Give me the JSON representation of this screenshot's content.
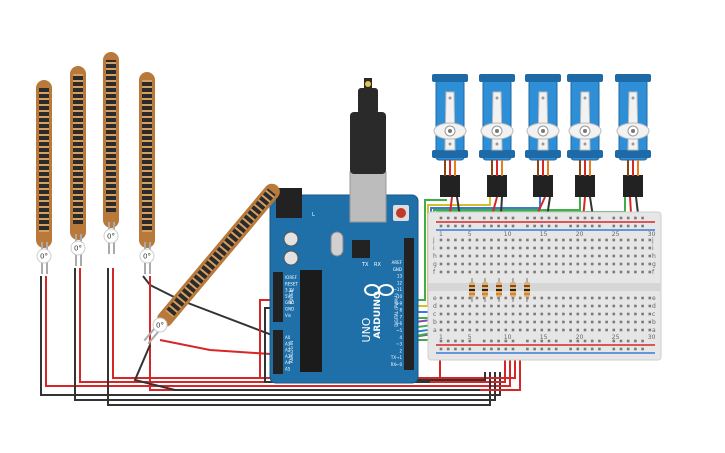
{
  "flex_sensors": [
    {
      "id": "flex-1",
      "reading": "0°"
    },
    {
      "id": "flex-2",
      "reading": "0°"
    },
    {
      "id": "flex-3",
      "reading": "0°"
    },
    {
      "id": "flex-4",
      "reading": "0°"
    },
    {
      "id": "flex-5",
      "reading": "0°"
    }
  ],
  "servos": [
    {
      "id": "servo-1"
    },
    {
      "id": "servo-2"
    },
    {
      "id": "servo-3"
    },
    {
      "id": "servo-4"
    },
    {
      "id": "servo-5"
    }
  ],
  "arduino": {
    "logo": "ARDUINO",
    "model": "UNO",
    "digital_header": "DIGITAL (PWM~)",
    "power_header": "POWER",
    "analog_header": "ANALOG IN",
    "power_pins": [
      "IOREF",
      "RESET",
      "3.3V",
      "5V",
      "GND",
      "GND",
      "Vin"
    ],
    "analog_pins": [
      "A0",
      "A1",
      "A2",
      "A3",
      "A4",
      "A5"
    ],
    "digital_pins": [
      "AREF",
      "GND",
      "13",
      "12",
      "~11",
      "~10",
      "~9",
      "8",
      "7",
      "~6",
      "~5",
      "4",
      "~3",
      "2",
      "TX→1",
      "RX←0"
    ],
    "tx_label": "TX",
    "rx_label": "RX",
    "l_label": "L"
  },
  "breadboard": {
    "row_letters_top": [
      "j",
      "i",
      "h",
      "g",
      "f"
    ],
    "row_letters_bottom": [
      "e",
      "d",
      "c",
      "b",
      "a"
    ],
    "column_numbers": [
      "1",
      "5",
      "10",
      "15",
      "20",
      "25",
      "30"
    ]
  },
  "colors": {
    "servo_blue": "#2f8fd6",
    "flex_copper": "#b8793b",
    "arduino_teal": "#1f6fa8",
    "wire_red": "#d62728",
    "wire_black": "#333333",
    "wire_green": "#3fae49",
    "wire_purple": "#8e44ad",
    "wire_blue": "#3a7bd5"
  }
}
